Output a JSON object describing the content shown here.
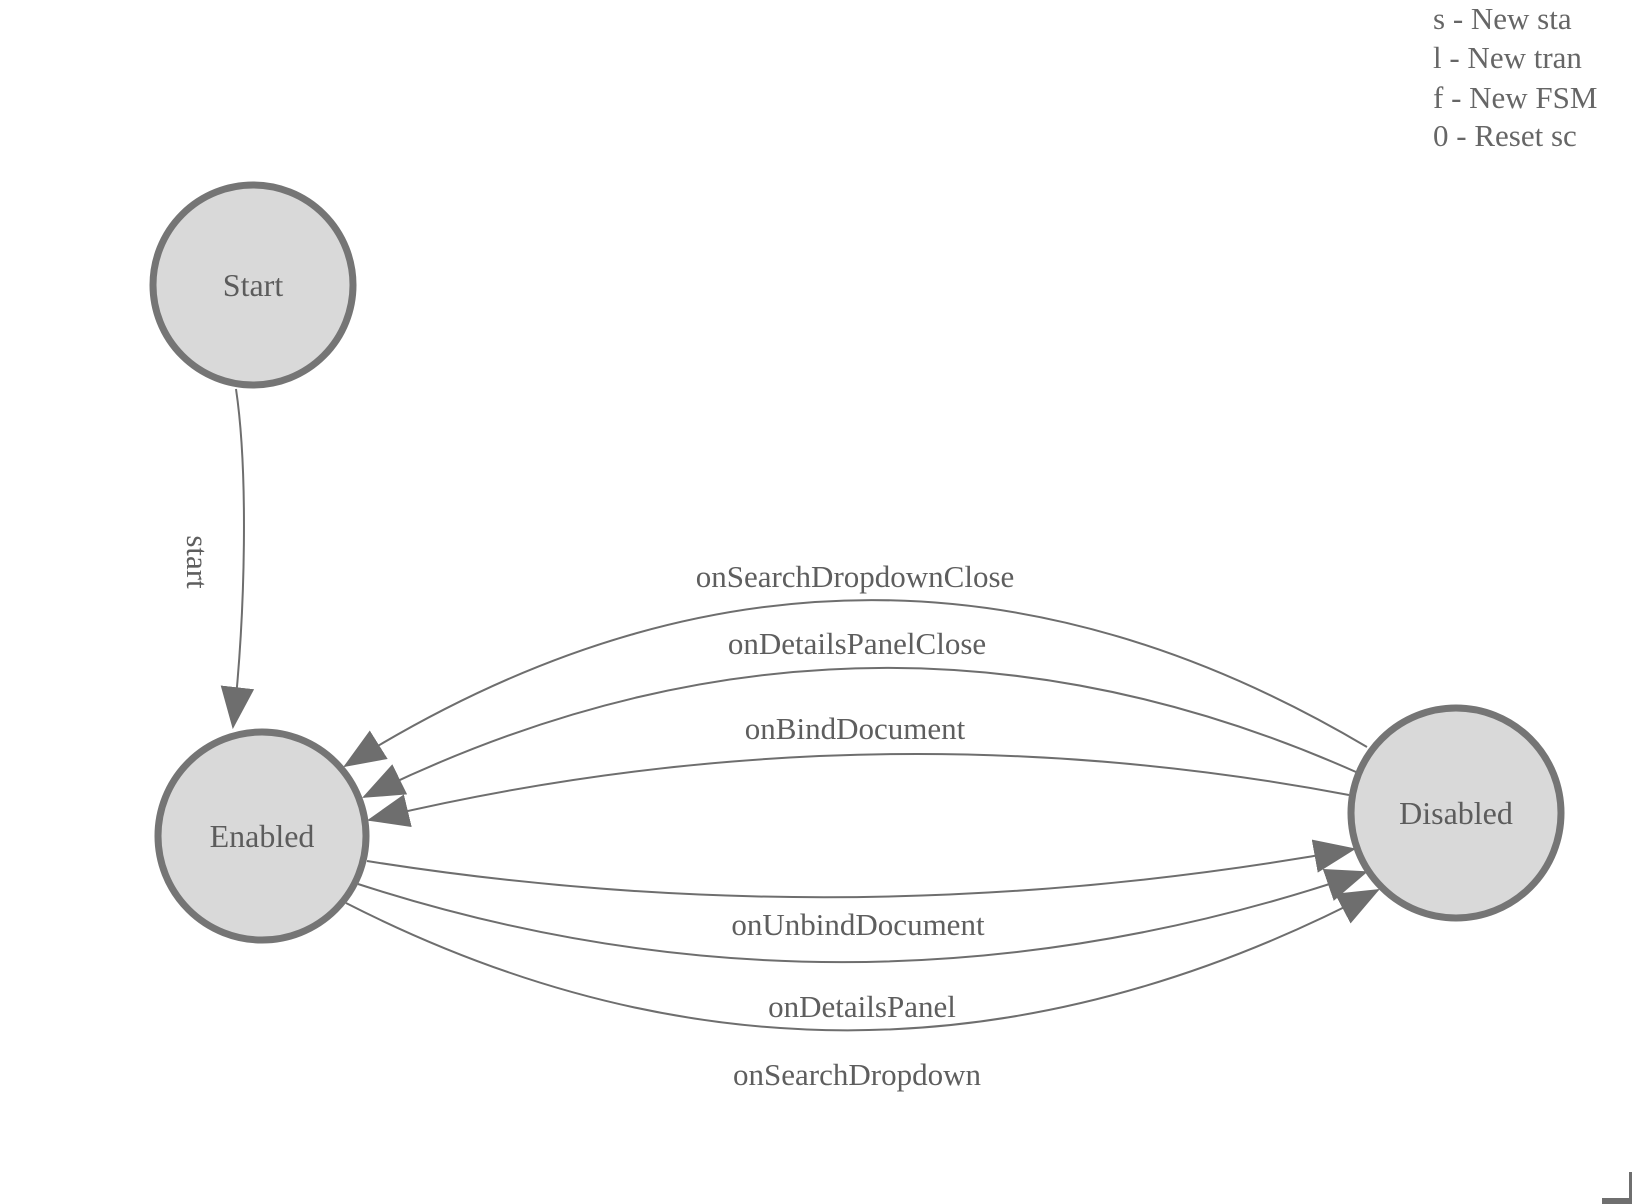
{
  "diagram": {
    "type": "state-machine",
    "states": [
      {
        "id": "start",
        "label": "Start"
      },
      {
        "id": "enabled",
        "label": "Enabled"
      },
      {
        "id": "disabled",
        "label": "Disabled"
      }
    ],
    "transitions": [
      {
        "label": "start",
        "from": "Start",
        "to": "Enabled"
      },
      {
        "label": "onSearchDropdownClose",
        "from": "Disabled",
        "to": "Enabled"
      },
      {
        "label": "onDetailsPanelClose",
        "from": "Disabled",
        "to": "Enabled"
      },
      {
        "label": "onBindDocument",
        "from": "Disabled",
        "to": "Enabled"
      },
      {
        "label": "onUnbindDocument",
        "from": "Enabled",
        "to": "Disabled"
      },
      {
        "label": "onDetailsPanel",
        "from": "Enabled",
        "to": "Disabled"
      },
      {
        "label": "onSearchDropdown",
        "from": "Enabled",
        "to": "Disabled"
      }
    ]
  },
  "legend": {
    "lines": [
      "s - New sta",
      "l - New tran",
      "f - New FSM",
      "0 - Reset sc"
    ]
  },
  "colors": {
    "state_fill": "#d9d9d9",
    "state_stroke": "#757575",
    "edge_stroke": "#6e6e6e",
    "label_text": "#5e5e5e",
    "legend_text": "#666666"
  }
}
